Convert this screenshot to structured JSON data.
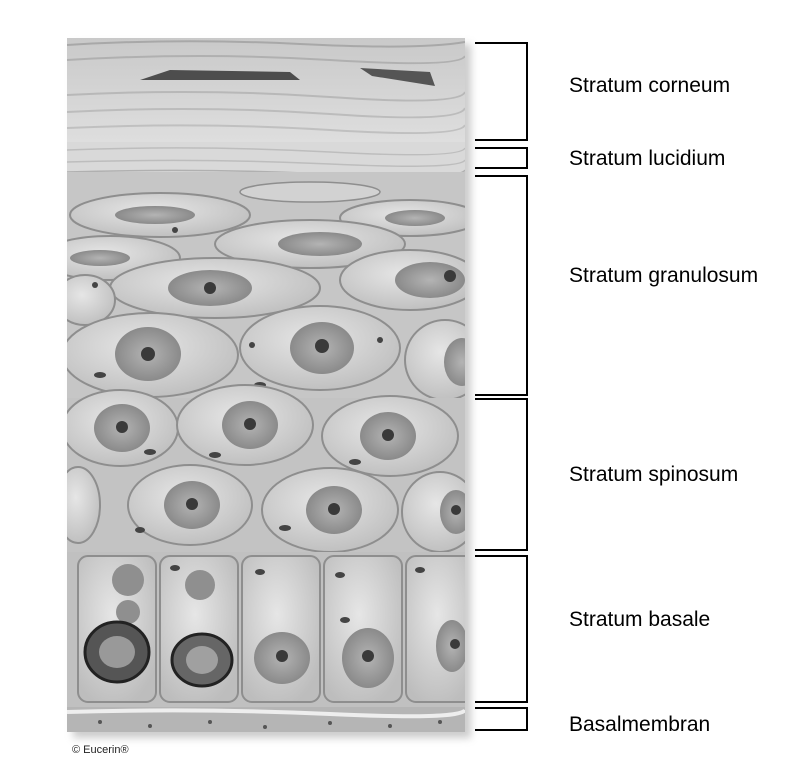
{
  "layers": [
    {
      "label": "Stratum corneum"
    },
    {
      "label": "Stratum lucidium"
    },
    {
      "label": "Stratum granulosum"
    },
    {
      "label": "Stratum spinosum"
    },
    {
      "label": "Stratum basale"
    },
    {
      "label": "Basalmembran"
    }
  ],
  "copyright": "© Eucerin®",
  "colors": {
    "bracket": "#000000",
    "cell_fill": "#d6d6d6",
    "cell_stroke": "#8e8e8e",
    "nucleus": "#9a9a9a",
    "nucleolus": "#3a3a3a"
  }
}
